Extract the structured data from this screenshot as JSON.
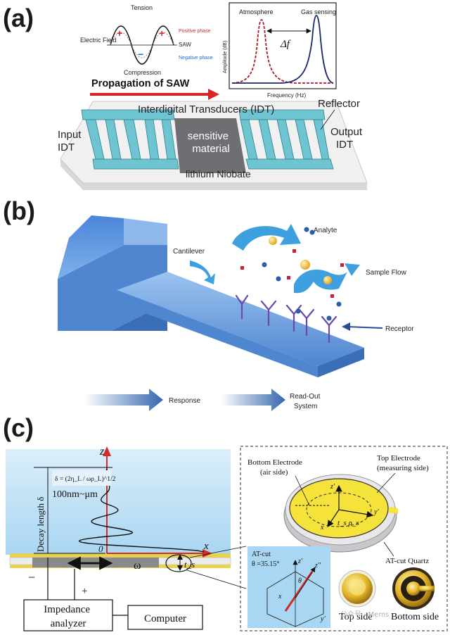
{
  "panel_a": {
    "label": "(a)",
    "electric_field": "Electric\nField",
    "tension": "Tension",
    "compression": "Compression",
    "positive_phase": "Positive phase",
    "saw": "SAW",
    "negative_phase": "Negative phase",
    "propagation": "Propagation of SAW",
    "graph_atmosphere": "Atmosphere",
    "graph_gas_sensing": "Gas sensing",
    "graph_delta": "Δf",
    "graph_ylabel": "Amplitude (dB)",
    "graph_xlabel": "Frequency (Hz)",
    "idt_title": "Interdigital Transducers (IDT)",
    "reflector": "Reflector",
    "input_idt": "Input\nIDT",
    "output_idt": "Output\nIDT",
    "sensitive_material": "sensitive\nmaterial",
    "substrate": "lithium Niobate",
    "colors": {
      "idt": "#6fc4d2",
      "red": "#d22b2b",
      "blue_curve": "#1b2a66",
      "red_curve": "#b0182a"
    }
  },
  "panel_b": {
    "label": "(b)",
    "cantilever": "Cantilever",
    "analyte": "Analyte",
    "sample_flow": "Sample Flow",
    "receptor": "Receptor",
    "response": "Response",
    "readout": "Read-Out\nSystem",
    "colors": {
      "beam": "#5b8fd0",
      "flow": "#3fa0e0",
      "particle": "#f2b632"
    }
  },
  "panel_c": {
    "label": "(c)",
    "z_axis": "z",
    "x_axis": "x",
    "decay_length": "Decay length δ",
    "formula": "δ = (2η_L / ωρ_L)^1/2",
    "range": "100nm~μm",
    "origin": "0",
    "omega": "ω",
    "thickness": "t_s",
    "minus": "−",
    "plus": "+",
    "impedance": "Impedance\nanalyzer",
    "computer": "Computer",
    "bottom_electrode": "Bottom Electrode\n(air side)",
    "top_electrode": "Top Electrode\n(measuring side)",
    "disk_params": "t_s ρ_s",
    "quartz": "AT-cut Quartz",
    "at_cut": "AT-cut",
    "theta_value": "θ =35.15°",
    "theta": "θ",
    "top_side": "Top side",
    "bottom_side": "Bottom side",
    "watermark": "公众号 · Mems"
  }
}
